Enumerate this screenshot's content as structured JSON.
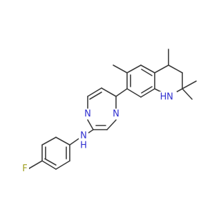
{
  "molecule": {
    "colors": {
      "bond": "#3a3a3a",
      "carbon": "#3a3a3a",
      "nitrogen": "#2f2fd0",
      "fluorine": "#a0a020"
    },
    "atom_labels": {
      "ring_n_left": "N",
      "ring_n_right": "N",
      "amine_nh": "N",
      "amine_h": "H",
      "quinoline_nh": "N",
      "quinoline_h": "H",
      "fluorine": "F"
    }
  }
}
